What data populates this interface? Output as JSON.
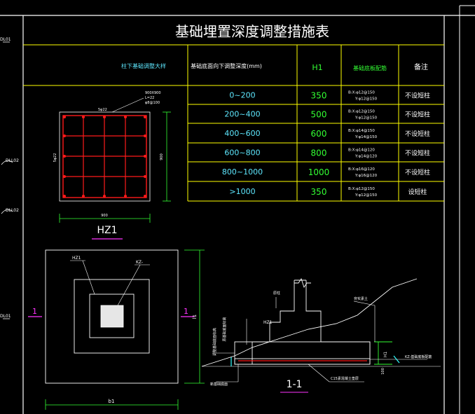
{
  "title": "基础埋置深度调整措施表",
  "table": {
    "headers": {
      "col1": "柱下基础调整大样",
      "col2": "基础底面向下调整深度(mm)",
      "col3": "H1",
      "col4": "基础底板配筋",
      "col5": "备注"
    },
    "rows": [
      {
        "range": "0~200",
        "h1": "350",
        "rebar_x": "B:X:φ12@150",
        "rebar_y": "Y:φ12@150",
        "note": "不设短柱"
      },
      {
        "range": "200~400",
        "h1": "500",
        "rebar_x": "B:X:φ12@150",
        "rebar_y": "Y:φ12@150",
        "note": "不设短柱"
      },
      {
        "range": "400~600",
        "h1": "600",
        "rebar_x": "B:X:φ14@150",
        "rebar_y": "Y:φ14@150",
        "note": "不设短柱"
      },
      {
        "range": "600~800",
        "h1": "800",
        "rebar_x": "B:X:φ14@120",
        "rebar_y": "Y:φ14@120",
        "note": "不设短柱"
      },
      {
        "range": "800~1000",
        "h1": "1000",
        "rebar_x": "B:X:φ16@120",
        "rebar_y": "Y:φ16@120",
        "note": "不设短柱"
      },
      {
        "range": ">1000",
        "h1": "350",
        "rebar_x": "B:X:φ12@150",
        "rebar_y": "Y:φ12@150",
        "note": "设短柱"
      }
    ]
  },
  "hz1_detail": {
    "label": "HZ1",
    "spec_lines": [
      "900X900",
      "L=22",
      "φ8@100"
    ],
    "top_rebar": "5φ22",
    "side_rebar": "5φ22",
    "dim_side": "900",
    "dim_bottom": "900"
  },
  "plan": {
    "label_hz1": "HZ1",
    "label_kz": "KZ-",
    "section_mark": "1",
    "dim_b1": "b1",
    "dim_l1": "l1"
  },
  "section": {
    "title": "1-1",
    "label_column": "原柱",
    "label_hz1": "HZ1",
    "label_fill": "夯实素土",
    "label_base_orig": "原基础底面标高",
    "label_adjust": "调整基础底面标高",
    "label_base_new": "新基础底面",
    "label_c15": "C15素混凝土垫层",
    "label_right": "KZ-基础底板配筋",
    "label_h1": "H1",
    "label_100": "100"
  },
  "left_margin": {
    "labels": [
      "DL01",
      "DLL02",
      "DLL02",
      "DL01"
    ]
  },
  "colors": {
    "background": "#000000",
    "frame": "#ffffff",
    "table_grid": "#ffff00",
    "title_text": "#ffffff",
    "cyan_text": "#5ee8ff",
    "green_text": "#33ff33",
    "red_rebar": "#ff1a1a",
    "magenta": "#ff33ff",
    "green_dim": "#33ff33",
    "cyan_line": "#33ffff"
  }
}
